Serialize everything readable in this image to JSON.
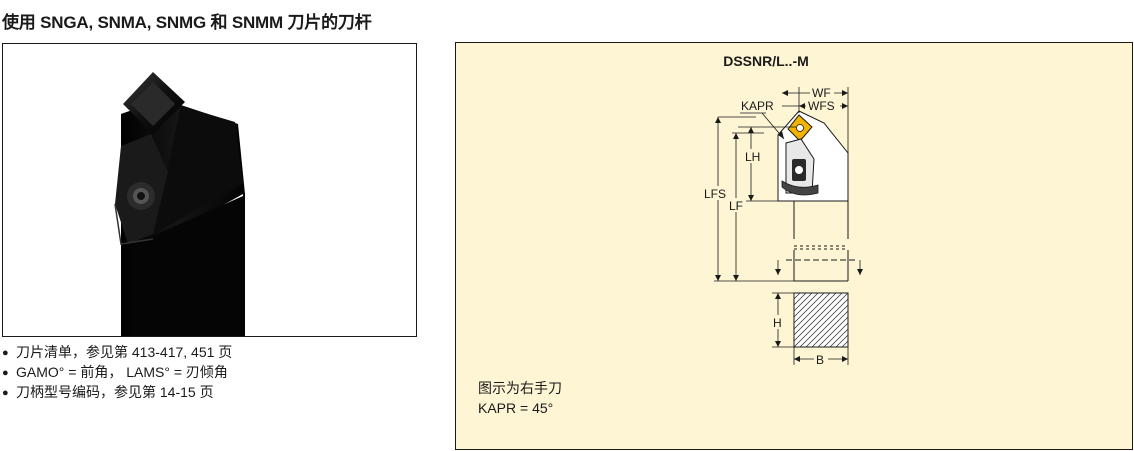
{
  "title": "使用 SNGA, SNMA, SNMG 和 SNMM 刀片的刀杆",
  "notes": [
    "刀片清单，参见第 413-417, 451 页",
    "GAMO° = 前角， LAMS° = 刃倾角",
    "刀柄型号编码，参见第 14-15 页"
  ],
  "drawing": {
    "title": "DSSNR/L..-M",
    "dimensions": {
      "wf": "WF",
      "wfs": "WFS",
      "kapr": "KAPR",
      "lh": "LH",
      "lfs": "LFS",
      "lf": "LF",
      "h": "H",
      "b": "B"
    },
    "caption_line1": "图示为右手刀",
    "caption_line2": "KAPR = 45°"
  },
  "colors": {
    "drawing_background": "#fdf5d4",
    "insert": "#f0b400",
    "tool_body": "#0a0a0a"
  }
}
